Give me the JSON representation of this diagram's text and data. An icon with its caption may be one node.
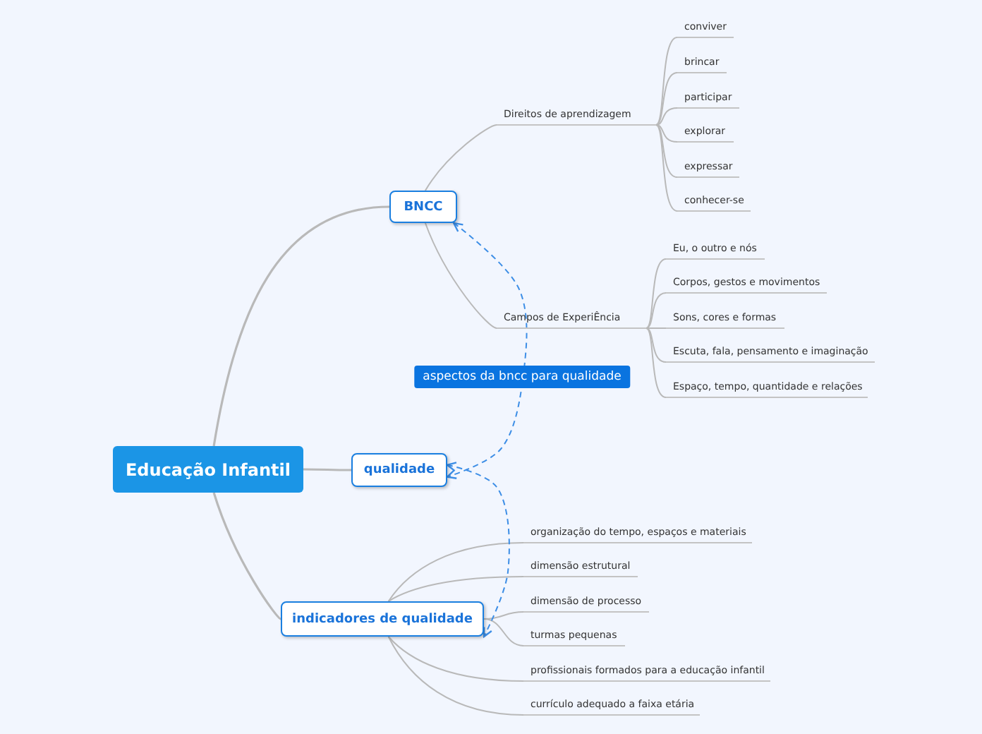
{
  "diagram": {
    "nodes": [
      {
        "text": [
          "Educação Infantil"
        ]
      },
      {
        "text": [
          "BNCC"
        ]
      },
      {
        "text": [
          "qualidade"
        ]
      },
      {
        "text": [
          "indicadores de qualidade"
        ]
      },
      {
        "text": [
          "Direitos de aprendizagem"
        ]
      },
      {
        "text": [
          "conviver"
        ]
      },
      {
        "text": [
          "brincar"
        ]
      },
      {
        "text": [
          "participar"
        ]
      },
      {
        "text": [
          "explorar"
        ]
      },
      {
        "text": [
          "expressar"
        ]
      },
      {
        "text": [
          "conhecer-se"
        ]
      },
      {
        "text": [
          "Campos de ExperiÊncia"
        ]
      },
      {
        "text": [
          "Eu, o outro e nós"
        ]
      },
      {
        "text": [
          "Corpos, gestos e movimentos"
        ]
      },
      {
        "text": [
          "Sons, cores e formas"
        ]
      },
      {
        "text": [
          "Escuta, fala, pensamento e imaginação"
        ]
      },
      {
        "text": [
          "Espaço, tempo, quantidade e relações"
        ]
      },
      {
        "text": [
          "organização do tempo, espaços e materiais"
        ]
      },
      {
        "text": [
          "dimensão estrutural"
        ]
      },
      {
        "text": [
          "dimensão de processo"
        ]
      },
      {
        "text": [
          "turmas pequenas"
        ]
      },
      {
        "text": [
          "profissionais formados para a educação infantil"
        ]
      },
      {
        "text": [
          "currículo adequado a faixa etária"
        ]
      }
    ],
    "edges": [
      {
        "from": 0,
        "to": 1,
        "arrow": "none"
      },
      {
        "from": 0,
        "to": 2,
        "arrow": "none"
      },
      {
        "from": 0,
        "to": 3,
        "arrow": "none"
      },
      {
        "from": 1,
        "to": 4,
        "arrow": "none"
      },
      {
        "from": 1,
        "to": 11,
        "arrow": "none"
      },
      {
        "from": 4,
        "to": 5,
        "arrow": "none"
      },
      {
        "from": 4,
        "to": 6,
        "arrow": "none"
      },
      {
        "from": 4,
        "to": 7,
        "arrow": "none"
      },
      {
        "from": 4,
        "to": 8,
        "arrow": "none"
      },
      {
        "from": 4,
        "to": 9,
        "arrow": "none"
      },
      {
        "from": 4,
        "to": 10,
        "arrow": "none"
      },
      {
        "from": 11,
        "to": 12,
        "arrow": "none"
      },
      {
        "from": 11,
        "to": 13,
        "arrow": "none"
      },
      {
        "from": 11,
        "to": 14,
        "arrow": "none"
      },
      {
        "from": 11,
        "to": 15,
        "arrow": "none"
      },
      {
        "from": 11,
        "to": 16,
        "arrow": "none"
      },
      {
        "from": 3,
        "to": 17,
        "arrow": "none"
      },
      {
        "from": 3,
        "to": 18,
        "arrow": "none"
      },
      {
        "from": 3,
        "to": 19,
        "arrow": "none"
      },
      {
        "from": 3,
        "to": 20,
        "arrow": "none"
      },
      {
        "from": 3,
        "to": 21,
        "arrow": "none"
      },
      {
        "from": 3,
        "to": 22,
        "arrow": "none"
      },
      {
        "from": 1,
        "to": 2,
        "arrow": "both",
        "style": "dashed",
        "color": "#3d8ee6",
        "label": "aspectos da bncc para qualidade"
      },
      {
        "from": 2,
        "to": 3,
        "arrow": "both",
        "style": "dashed",
        "color": "#3d8ee6"
      }
    ]
  }
}
